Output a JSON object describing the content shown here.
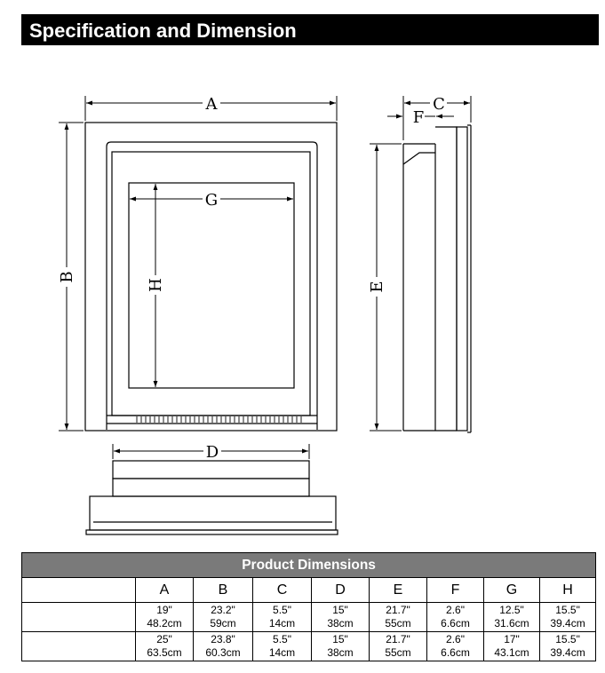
{
  "page_title": "Specification and Dimension",
  "diagram": {
    "labels": {
      "A": "A",
      "B": "B",
      "C": "C",
      "D": "D",
      "E": "E",
      "F": "F",
      "G": "G",
      "H": "H"
    }
  },
  "table": {
    "title": "Product Dimensions",
    "columns": [
      "A",
      "B",
      "C",
      "D",
      "E",
      "F",
      "G",
      "H"
    ],
    "rows": [
      [
        {
          "in": "19\"",
          "cm": "48.2cm"
        },
        {
          "in": "23.2\"",
          "cm": "59cm"
        },
        {
          "in": "5.5\"",
          "cm": "14cm"
        },
        {
          "in": "15\"",
          "cm": "38cm"
        },
        {
          "in": "21.7\"",
          "cm": "55cm"
        },
        {
          "in": "2.6\"",
          "cm": "6.6cm"
        },
        {
          "in": "12.5\"",
          "cm": "31.6cm"
        },
        {
          "in": "15.5\"",
          "cm": "39.4cm"
        }
      ],
      [
        {
          "in": "25\"",
          "cm": "63.5cm"
        },
        {
          "in": "23.8\"",
          "cm": "60.3cm"
        },
        {
          "in": "5.5\"",
          "cm": "14cm"
        },
        {
          "in": "15\"",
          "cm": "38cm"
        },
        {
          "in": "21.7\"",
          "cm": "55cm"
        },
        {
          "in": "2.6\"",
          "cm": "6.6cm"
        },
        {
          "in": "17\"",
          "cm": "43.1cm"
        },
        {
          "in": "15.5\"",
          "cm": "39.4cm"
        }
      ]
    ]
  }
}
